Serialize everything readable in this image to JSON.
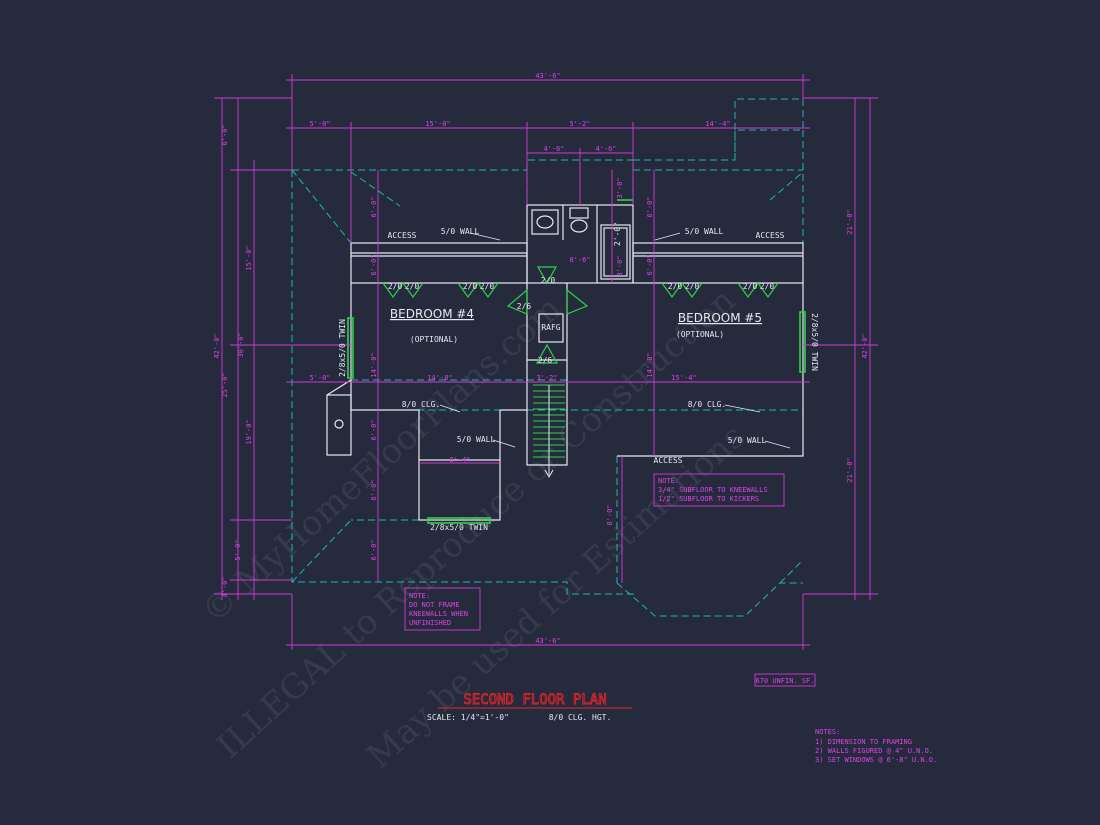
{
  "colors": {
    "background": "#262a3d",
    "wall": "#e8e8f0",
    "dimension": "#d43ad8",
    "roof": "#1fb5b0",
    "window": "#2fd24a",
    "title": "#e0252a",
    "watermark": "#4a4e62"
  },
  "dimensions": {
    "overall_top": "43'-6\"",
    "overall_bottom": "43'-6\"",
    "top_segments": [
      "5'-0\"",
      "15'-0\"",
      "5'-2\"",
      "14'-4\""
    ],
    "sub_segments": [
      "4'-6\"",
      "4'-6\""
    ],
    "left_overall": "42'-0\"",
    "left_segments": [
      "6'-0\"",
      "15'-0\"",
      "25'-0\"",
      "30'-0\"",
      "19'-0\"",
      "5'-0\"",
      "4'-0\""
    ],
    "right_overall": "42'-0\"",
    "right_segments": [
      "21'-0\"",
      "21'-0\""
    ],
    "mid_left": "5'-0\"",
    "mid_center": "3'-2\"",
    "mid_right": "15'-4\"",
    "bedroom4_width": "14'-8\"",
    "closet_width": "8'-4\"",
    "bath_width": "8'-6\"",
    "misc": [
      "6'-0\"",
      "6'-0\"",
      "6'-0\"",
      "14'-0\"",
      "14'-0\"",
      "6'-0\"",
      "6'-0\"",
      "6'-0\"",
      "6'-0\"",
      "3'-0\"",
      "3'-0\"",
      "8'-0\""
    ]
  },
  "rooms": {
    "bedroom4": {
      "name": "BEDROOM #4",
      "note": "(OPTIONAL)"
    },
    "bedroom5": {
      "name": "BEDROOM #5",
      "note": "(OPTIONAL)"
    },
    "rafg": "RAFG"
  },
  "labels": {
    "access_left": "ACCESS",
    "access_right": "ACCESS",
    "access_bottom": "ACCESS",
    "wall_left_top": "5/0 WALL",
    "wall_right_top": "5/0 WALL",
    "wall_left_bottom": "5/0 WALL",
    "wall_right_bottom": "5/0 WALL",
    "clg_left": "8/0 CLG.",
    "clg_right": "8/0 CLG.",
    "door_2_0": "2/0",
    "door_2_6": "2/6",
    "win_left": "2/8x5/0 TWIN",
    "win_right": "2/8x5/0 TWIN",
    "win_bottom": "2/8x5/0 TWIN",
    "bath_note": "2'-0\""
  },
  "notes": {
    "subfloor": {
      "title": "NOTE:",
      "lines": [
        "3/4\" SUBFLOOR TO KNEEWALLS",
        "1/2\" SUBFLOOR TO KICKERS"
      ]
    },
    "frame": {
      "title": "NOTE:",
      "lines": [
        "DO NOT FRAME",
        "KNEEWALLS WHEN",
        "UNFINISHED"
      ]
    },
    "general": {
      "title": "NOTES:",
      "lines": [
        "1) DIMENSION TO FRAMING",
        "2) WALLS FIGURED @ 4\" U.N.O.",
        "3) SET WINDOWS @ 6'-8\" U.N.O."
      ]
    }
  },
  "unfin": "670 UNFIN. SF.",
  "title": {
    "main": "SECOND FLOOR PLAN",
    "scale": "SCALE: 1/4\"=1'-0\"",
    "clg": "8/0 CLG. HGT."
  },
  "watermark": {
    "line1": "© MyHomeFloorPlans.com",
    "line2": "ILLEGAL to Reproduce or Construction",
    "line3": "May be used for Estimations"
  }
}
